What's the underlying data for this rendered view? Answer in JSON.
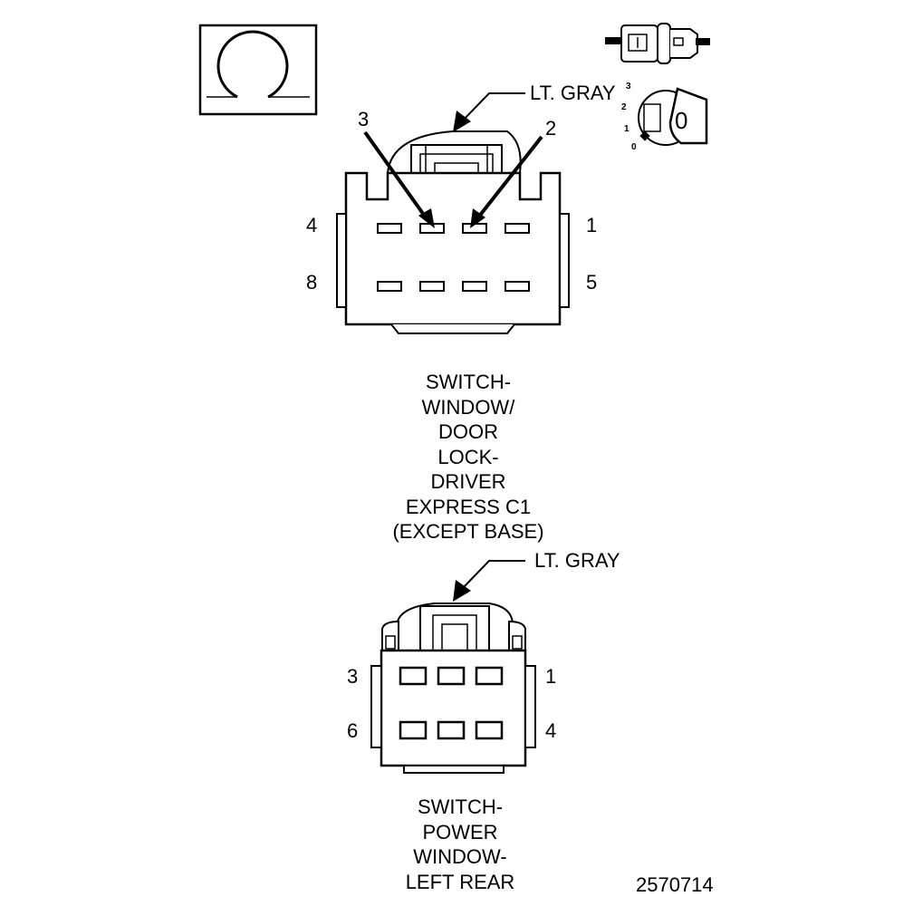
{
  "icons": {
    "omega": "ohm-meter-icon",
    "connector": "connector-side-icon",
    "key": "ignition-key-icon"
  },
  "key_positions": [
    "3",
    "2",
    "1",
    "0"
  ],
  "key_face": "0",
  "connector_c1": {
    "color_label": "LT. GRAY",
    "pins": {
      "top_left": "4",
      "top_right": "1",
      "bottom_left": "8",
      "bottom_right": "5"
    },
    "callouts": {
      "left": "3",
      "right": "2"
    },
    "title_lines": [
      "SWITCH-",
      "WINDOW/",
      "DOOR",
      "LOCK-",
      "DRIVER",
      "EXPRESS C1",
      "(EXCEPT BASE)"
    ]
  },
  "connector_rear": {
    "color_label": "LT. GRAY",
    "pins": {
      "top_left": "3",
      "top_right": "1",
      "bottom_left": "6",
      "bottom_right": "4"
    },
    "title_lines": [
      "SWITCH-",
      "POWER",
      "WINDOW-",
      "LEFT REAR"
    ]
  },
  "figure_number": "2570714"
}
